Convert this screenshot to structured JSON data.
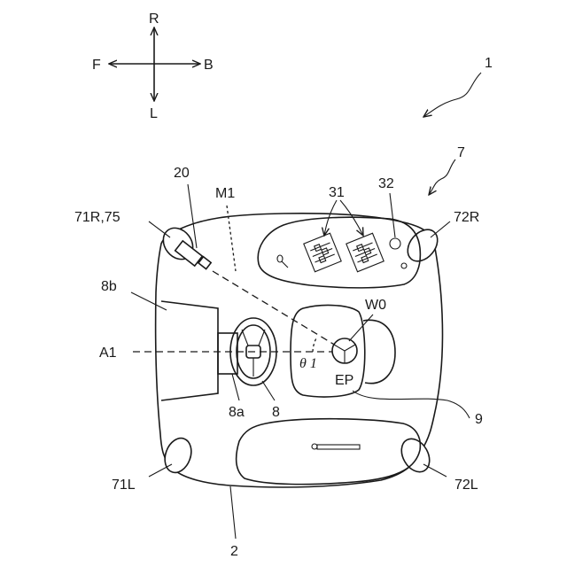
{
  "compass": {
    "r": "R",
    "f": "F",
    "b": "B",
    "l": "L"
  },
  "labels": {
    "vehicle": "1",
    "cabin": "7",
    "part20": "20",
    "m1": "M1",
    "part31": "31",
    "part32": "32",
    "p71r75": "71R,75",
    "p72r": "72R",
    "p8b": "8b",
    "w0": "W0",
    "a1": "A1",
    "theta1": "θ 1",
    "ep": "EP",
    "p8a": "8a",
    "p8": "8",
    "p9": "9",
    "p71l": "71L",
    "p72l": "72L",
    "p2": "2"
  },
  "colors": {
    "line": "#1a1a1a",
    "background": "#ffffff"
  }
}
